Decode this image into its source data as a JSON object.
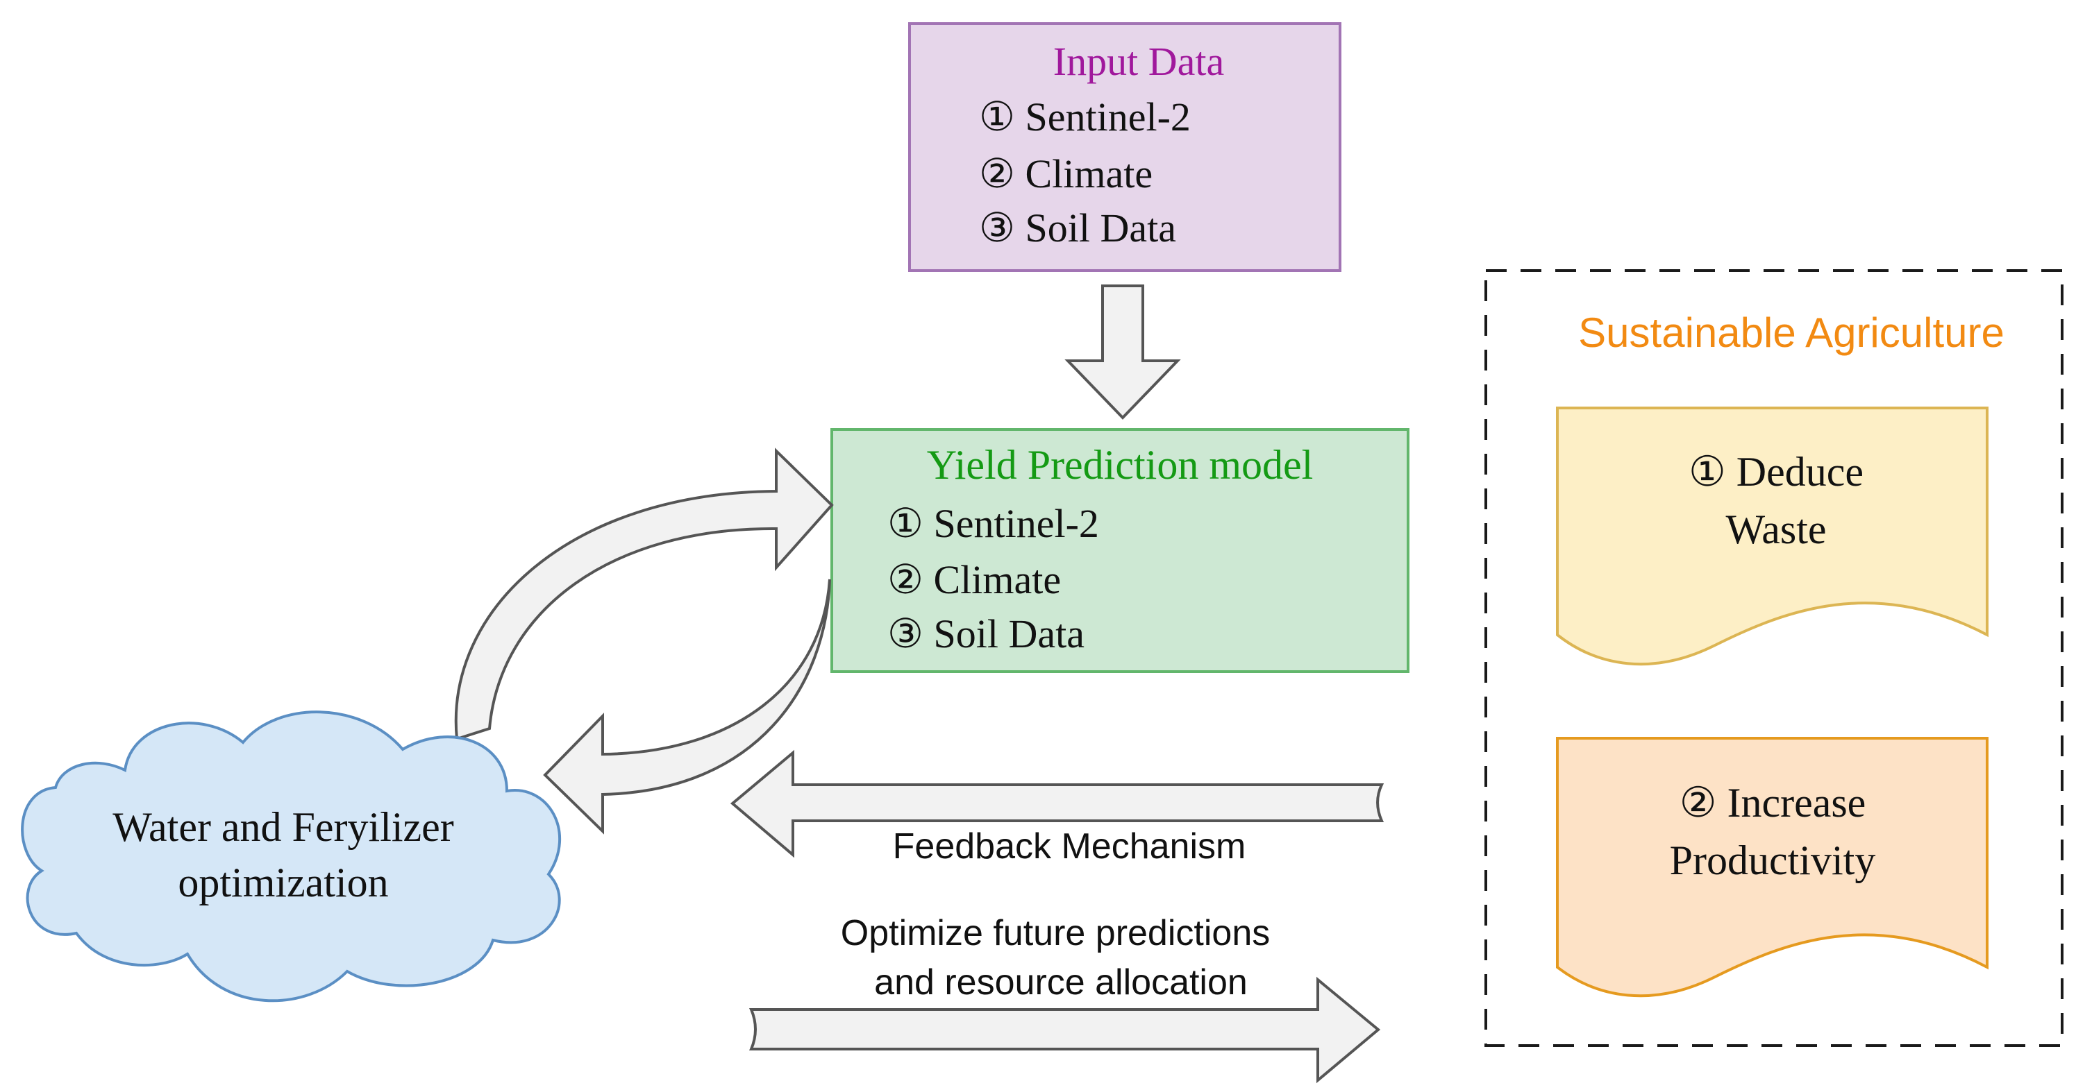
{
  "input_box": {
    "title": "Input Data",
    "items": [
      "① Sentinel-2",
      "② Climate",
      "③ Soil Data"
    ]
  },
  "model_box": {
    "title": "Yield Prediction model",
    "items": [
      "① Sentinel-2",
      "② Climate",
      "③ Soil Data"
    ]
  },
  "cloud": {
    "line1": "Water and Feryilizer",
    "line2": "optimization"
  },
  "feedback": {
    "label": "Feedback Mechanism"
  },
  "optimize": {
    "line1": "Optimize future predictions",
    "line2": "and resource allocation"
  },
  "sustainable": {
    "title": "Sustainable Agriculture",
    "doc1": {
      "line1": "①  Deduce",
      "line2": "Waste"
    },
    "doc2": {
      "line1": "② Increase",
      "line2": "Productivity"
    }
  },
  "colors": {
    "input_fill": "#e6d6ea",
    "input_stroke": "#a274b4",
    "input_title": "#a0189c",
    "model_fill": "#cde8d3",
    "model_stroke": "#62b66c",
    "model_title": "#149a14",
    "cloud_fill": "#d5e7f7",
    "cloud_stroke": "#5b8fc4",
    "arrow_fill": "#f2f2f2",
    "arrow_stroke": "#555555",
    "sustainable_title": "#f28a12",
    "doc1_fill": "#fdefc6",
    "doc1_stroke": "#dcb553",
    "doc2_fill": "#fde2c6",
    "doc2_stroke": "#e59a1f"
  }
}
